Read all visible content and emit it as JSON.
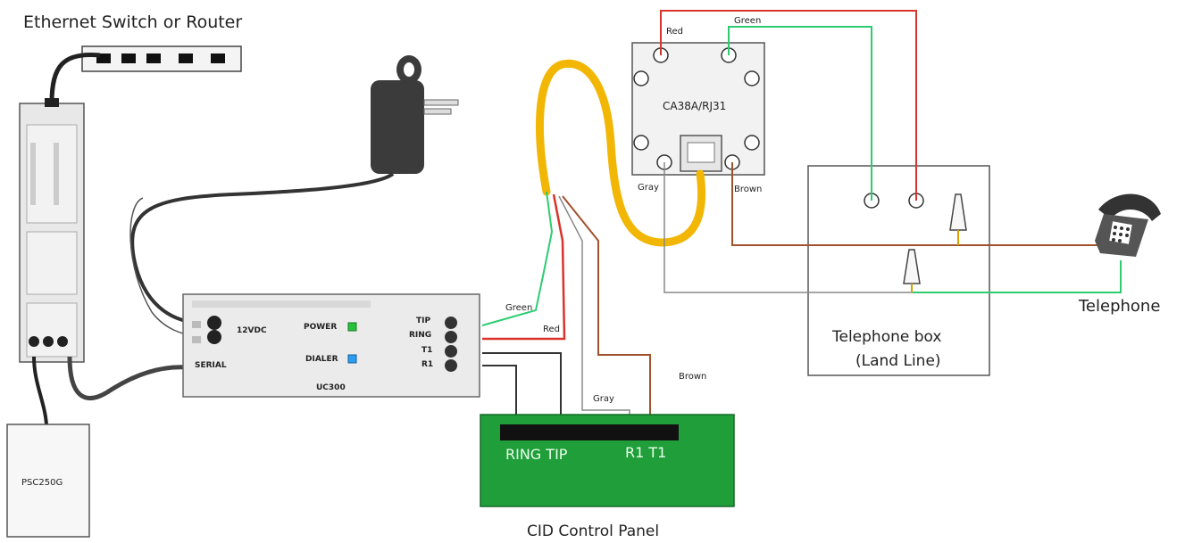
{
  "title": "Ethernet Switch or Router",
  "devices": {
    "psc": "PSC250G",
    "uc300": "UC300",
    "jack": "CA38A/RJ31",
    "telephone_box_line1": "Telephone box",
    "telephone_box_line2": "(Land Line)",
    "telephone": "Telephone",
    "cid_panel": "CID Control Panel"
  },
  "uc300_labels": {
    "power": "POWER",
    "dialer": "DIALER",
    "dc": "12VDC",
    "serial": "SERIAL",
    "tip": "TIP",
    "ring": "RING",
    "t1": "T1",
    "r1": "R1"
  },
  "cid_terminals": {
    "left": "RING TIP",
    "right": "R1 T1"
  },
  "wires": {
    "green_top": "Green",
    "red_top": "Red",
    "gray_jack": "Gray",
    "brown_jack": "Brown",
    "green_uc": "Green",
    "red_uc": "Red",
    "brown_mid": "Brown",
    "gray_low": "Gray"
  },
  "colors": {
    "green_wire": "#2ecc71",
    "red_wire": "#d9342b",
    "brown_wire": "#a0522d",
    "gray_wire": "#888888",
    "yellow_cable": "#f2b705",
    "panel": "#1f9e3a",
    "led_power": "#27c23b",
    "led_dialer": "#2a9df4"
  }
}
